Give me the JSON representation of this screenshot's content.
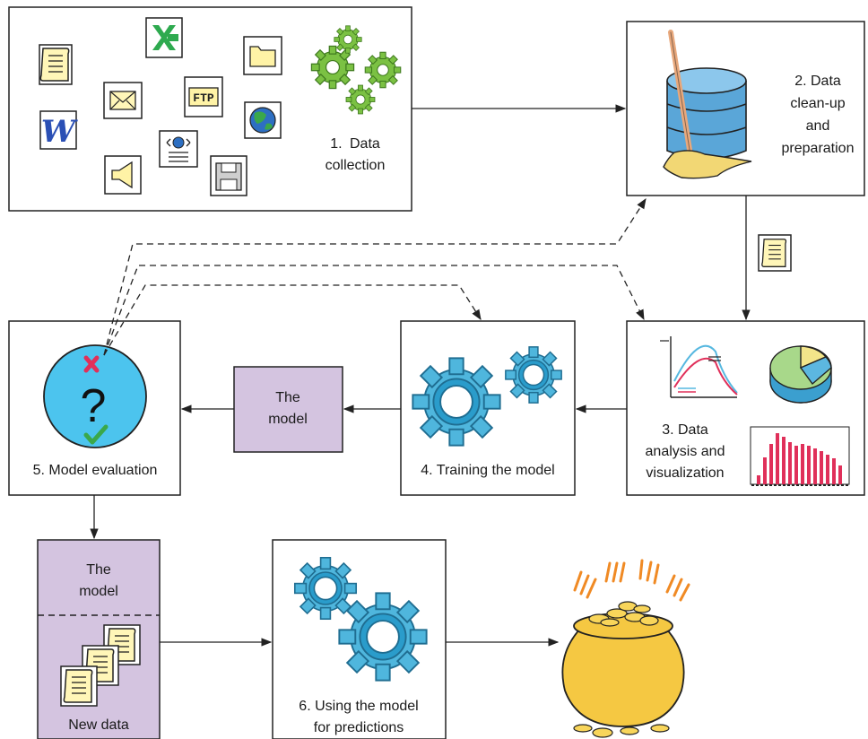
{
  "steps": {
    "collection": {
      "number": "1.",
      "word": "Data",
      "line2": "collection"
    },
    "cleanup": {
      "line1": "2. Data",
      "line2": "clean-up",
      "line3": "and",
      "line4": "preparation"
    },
    "analysis": {
      "line1": "3. Data",
      "line2": "analysis and",
      "line3": "visualization"
    },
    "training": {
      "label": "4. Training the model"
    },
    "evaluation": {
      "label": "5. Model evaluation"
    },
    "predictions": {
      "line1": "6. Using the model",
      "line2": "for predictions"
    }
  },
  "model_box": {
    "line1": "The",
    "line2": "model"
  },
  "new_data_box": {
    "line1": "The",
    "line2": "model",
    "footer": "New data"
  },
  "icons": {
    "ftp": "FTP",
    "word": "W",
    "question": "?"
  },
  "colors": {
    "gear_green": "#7bc143",
    "gear_blue": "#4fb6dd",
    "model_purple": "#d4c4e0",
    "database_blue": "#5aa6d8",
    "pot_gold": "#f5c842",
    "bar_red": "#e0305a",
    "eval_circle": "#4cc4ee"
  }
}
